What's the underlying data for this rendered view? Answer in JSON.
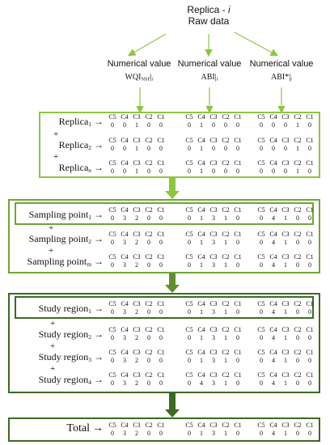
{
  "header": {
    "title_line1": "Replica - ",
    "title_italic": "i",
    "title_line2": "Raw data"
  },
  "numerical": {
    "label": "Numerical value",
    "items": [
      {
        "main": "WQI",
        "sub": "NSF",
        "suffix": "|",
        "index": "i"
      },
      {
        "main": "ABI",
        "sub": "",
        "suffix": "|",
        "index": "i"
      },
      {
        "main": "ABI*",
        "sub": "",
        "suffix": "|",
        "index": "i"
      }
    ]
  },
  "columns": [
    "C5",
    "C4",
    "C3",
    "C2",
    "C1"
  ],
  "replica_box": {
    "rows": [
      {
        "label": "Replica",
        "sub": "1",
        "italic_sub": false,
        "groups": [
          [
            "0",
            "0",
            "1",
            "0",
            "0"
          ],
          [
            "0",
            "1",
            "0",
            "0",
            "0"
          ],
          [
            "0",
            "0",
            "0",
            "1",
            "0"
          ]
        ]
      },
      {
        "label": "Replica",
        "sub": "2",
        "italic_sub": false,
        "groups": [
          [
            "0",
            "0",
            "1",
            "0",
            "0"
          ],
          [
            "0",
            "1",
            "0",
            "0",
            "0"
          ],
          [
            "0",
            "0",
            "0",
            "1",
            "0"
          ]
        ]
      },
      {
        "label": "Replica",
        "sub": "n",
        "italic_sub": true,
        "groups": [
          [
            "0",
            "0",
            "1",
            "0",
            "0"
          ],
          [
            "0",
            "1",
            "0",
            "0",
            "0"
          ],
          [
            "0",
            "0",
            "0",
            "1",
            "0"
          ]
        ]
      }
    ]
  },
  "sampling_box": {
    "rows": [
      {
        "label": "Sampling point",
        "sub": "1",
        "groups": [
          [
            "0",
            "3",
            "2",
            "0",
            "0"
          ],
          [
            "0",
            "1",
            "3",
            "1",
            "0"
          ],
          [
            "0",
            "4",
            "1",
            "0",
            "0"
          ]
        ]
      },
      {
        "label": "Sampling point",
        "sub": "2",
        "groups": [
          [
            "0",
            "3",
            "2",
            "0",
            "0"
          ],
          [
            "0",
            "1",
            "3",
            "1",
            "0"
          ],
          [
            "0",
            "4",
            "1",
            "0",
            "0"
          ]
        ]
      },
      {
        "label": "Sampling point",
        "sub": "m",
        "groups": [
          [
            "0",
            "3",
            "2",
            "0",
            "0"
          ],
          [
            "0",
            "1",
            "3",
            "1",
            "0"
          ],
          [
            "0",
            "4",
            "1",
            "0",
            "0"
          ]
        ]
      }
    ]
  },
  "study_box": {
    "rows": [
      {
        "label": "Study region",
        "sub": "1",
        "groups": [
          [
            "0",
            "3",
            "2",
            "0",
            "0"
          ],
          [
            "0",
            "1",
            "3",
            "1",
            "0"
          ],
          [
            "0",
            "4",
            "1",
            "0",
            "0"
          ]
        ]
      },
      {
        "label": "Study region",
        "sub": "2",
        "groups": [
          [
            "0",
            "3",
            "2",
            "0",
            "0"
          ],
          [
            "0",
            "1",
            "3",
            "1",
            "0"
          ],
          [
            "0",
            "4",
            "1",
            "0",
            "0"
          ]
        ]
      },
      {
        "label": "Study region",
        "sub": "3",
        "groups": [
          [
            "0",
            "3",
            "2",
            "0",
            "0"
          ],
          [
            "0",
            "1",
            "3",
            "1",
            "0"
          ],
          [
            "0",
            "4",
            "1",
            "0",
            "0"
          ]
        ]
      },
      {
        "label": "Study region",
        "sub": "4",
        "groups": [
          [
            "0",
            "3",
            "2",
            "0",
            "0"
          ],
          [
            "0",
            "4",
            "3",
            "1",
            "0"
          ],
          [
            "0",
            "4",
            "1",
            "0",
            "0"
          ]
        ]
      }
    ]
  },
  "total_box": {
    "label": "Total",
    "groups": [
      [
        "0",
        "3",
        "2",
        "0",
        "0"
      ],
      [
        "0",
        "1",
        "3",
        "1",
        "0"
      ],
      [
        "0",
        "4",
        "1",
        "0",
        "0"
      ]
    ]
  },
  "symbols": {
    "arrow": "→",
    "plus": "+"
  },
  "colors": {
    "light_green": "#8dc63f",
    "dark_green": "#3a6b21",
    "mid_green": "#5e8f2f"
  }
}
